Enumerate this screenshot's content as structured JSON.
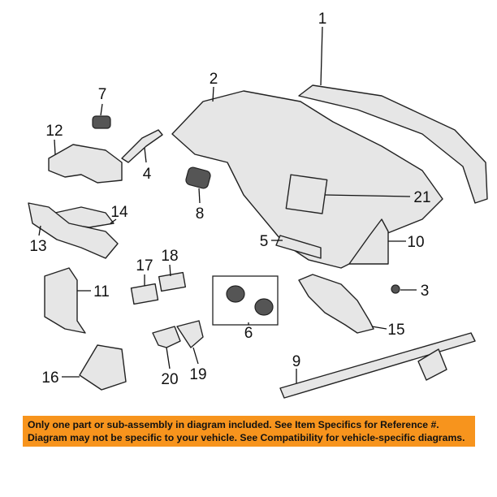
{
  "callouts": {
    "c1": "1",
    "c2": "2",
    "c3": "3",
    "c4": "4",
    "c5": "5",
    "c6": "6",
    "c7": "7",
    "c8": "8",
    "c9": "9",
    "c10": "10",
    "c11": "11",
    "c12": "12",
    "c13": "13",
    "c14": "14",
    "c15": "15",
    "c16": "16",
    "c17": "17",
    "c18": "18",
    "c19": "19",
    "c20": "20",
    "c21": "21"
  },
  "banner": {
    "line1": "Only one part or sub-assembly in diagram included. See Item Specifics for Reference #.",
    "line2": "Diagram may not be specific to your vehicle. See Compatibility for vehicle-specific diagrams.",
    "color": "#f7941d"
  }
}
